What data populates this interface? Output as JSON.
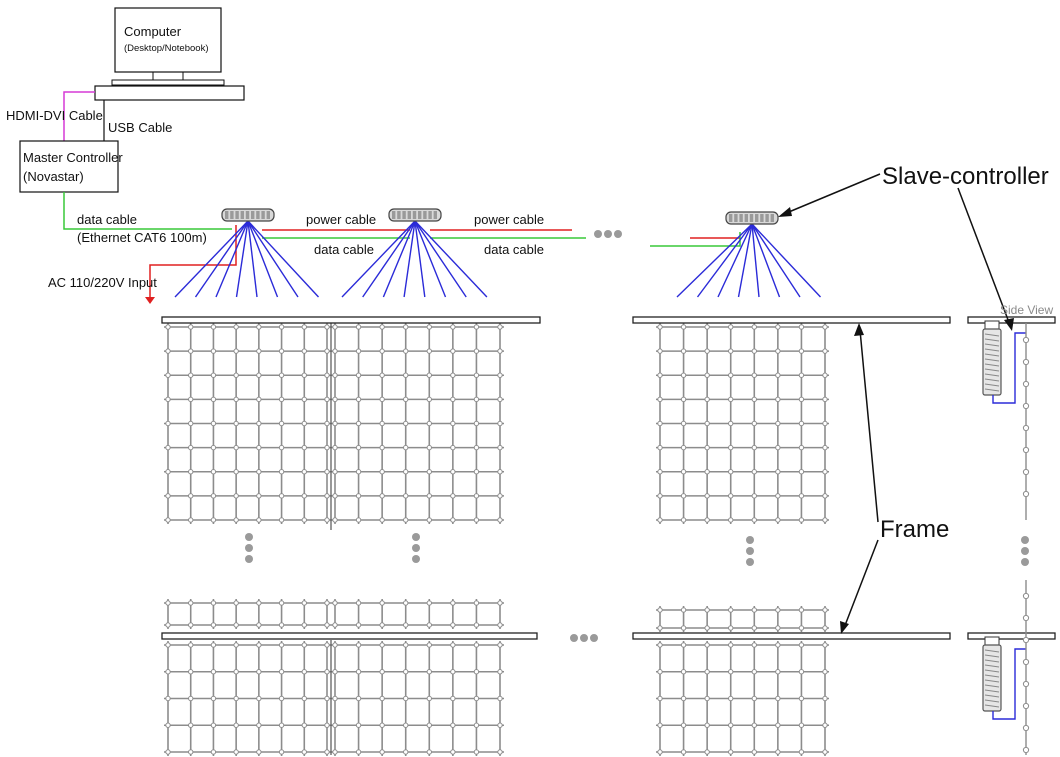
{
  "labels": {
    "computer": "Computer",
    "computer_sub": "(Desktop/Notebook)",
    "hdmi": "HDMI-DVI Cable",
    "usb": "USB Cable",
    "master": "Master Controller",
    "master_sub": "(Novastar)",
    "data_cable": "data cable",
    "ethernet": "(Ethernet CAT6  100m)",
    "ac_input": "AC 110/220V Input",
    "power_cable_1": "power cable",
    "power_cable_2": "power cable",
    "data_cable_1": "data cable",
    "data_cable_2": "data cable",
    "slave_controller": "Slave-controller",
    "frame": "Frame",
    "side_view": "Side View"
  },
  "colors": {
    "hdmi_cable": "#d63ad6",
    "data_cable": "#38c838",
    "power_cable": "#e02020",
    "led_wires": "#2b2bd8",
    "mesh": "#8c8c8c",
    "frame": "#222222",
    "dots": "#9a9a9a"
  },
  "icons": [
    "computer-monitor-icon",
    "slave-controller-icon",
    "led-mesh-grid",
    "ellipsis-dots"
  ]
}
